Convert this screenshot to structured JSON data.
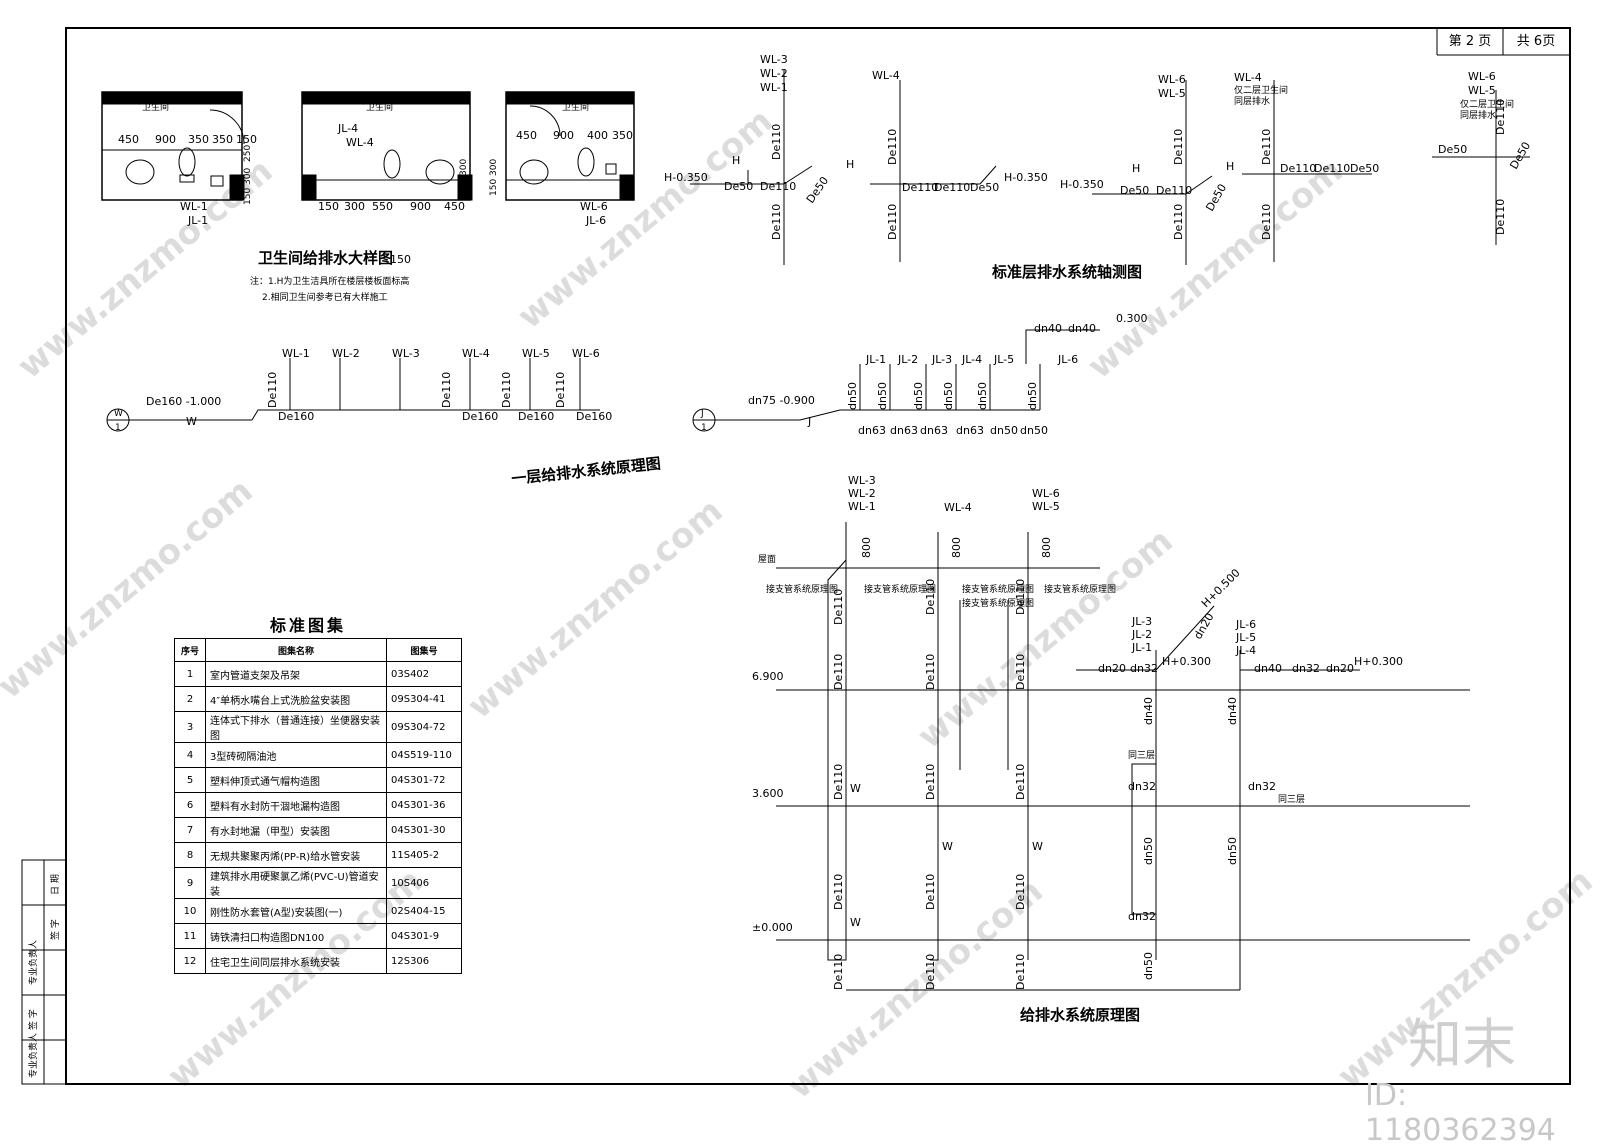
{
  "page": {
    "current": "第 2 页",
    "total": "共 6页"
  },
  "watermark": {
    "url": "www.znzmo.com",
    "logo": "知末",
    "id": "ID: 1180362394"
  },
  "bathroom_detail": {
    "title": "卫生间给排水大样图",
    "title_suffix": "150",
    "notes": [
      "注：1.H为卫生洁具所在楼层楼板面标高",
      "2.相同卫生间参考已有大样施工"
    ],
    "room_label": "卫生间",
    "room1": {
      "dims_top": [
        "450",
        "900",
        "350",
        "350",
        "150"
      ],
      "side": [
        "150",
        "300",
        "250"
      ],
      "pipes": [
        "WL-1",
        "JL-1"
      ]
    },
    "room2": {
      "dims_bottom": [
        "150",
        "300",
        "550",
        "900",
        "450"
      ],
      "side": [
        "150",
        "300"
      ],
      "pipes": [
        "JL-4",
        "WL-4"
      ]
    },
    "room3": {
      "dims_top": [
        "450",
        "900",
        "400",
        "350"
      ],
      "side": [
        "150",
        "300"
      ],
      "pipes": [
        "WL-6",
        "JL-6"
      ]
    }
  },
  "axonometric": {
    "title": "标准层排水系统轴测图",
    "group1": {
      "labels": [
        "WL-3",
        "WL-2",
        "WL-1"
      ],
      "H": "H",
      "level": "H-0.350",
      "pipes": [
        "De50",
        "De110",
        "De50",
        "De110",
        "De110"
      ]
    },
    "group2": {
      "labels": [
        "WL-4"
      ],
      "H": "H",
      "level": "H-0.350",
      "pipes": [
        "De110",
        "De110",
        "De110",
        "De50",
        "De110"
      ]
    },
    "group3": {
      "labels": [
        "WL-6",
        "WL-5"
      ],
      "H": "H",
      "level": "H-0.350",
      "pipes": [
        "De50",
        "De110",
        "De50",
        "De110",
        "De110"
      ]
    },
    "group4": {
      "labels": [
        "WL-4"
      ],
      "note": [
        "仅二层卫生间",
        "同层排水"
      ],
      "H": "H",
      "pipes": [
        "De110",
        "De110",
        "De110",
        "De50",
        "De110"
      ]
    },
    "group5": {
      "labels": [
        "WL-6",
        "WL-5"
      ],
      "note": [
        "仅二层卫生间",
        "同层排水"
      ],
      "pipes": [
        "De110",
        "De50",
        "De50",
        "De110"
      ]
    }
  },
  "first_floor": {
    "title": "一层给排水系统原理图",
    "drain": {
      "circle_top": "W",
      "circle_bottom": "1",
      "main": "De160 -1.000",
      "flow": "W",
      "risers": [
        "WL-1",
        "WL-2",
        "WL-3",
        "WL-4",
        "WL-5",
        "WL-6"
      ],
      "riser_pipe": "De110",
      "segments": [
        "De160",
        "De160",
        "De160",
        "De160"
      ]
    },
    "supply": {
      "circle_top": "J",
      "circle_bottom": "1",
      "main": "dn75 -0.900",
      "flow": "J",
      "risers": [
        "JL-1",
        "JL-2",
        "JL-3",
        "JL-4",
        "JL-5",
        "JL-6"
      ],
      "riser_pipe": "dn50",
      "segments": [
        "dn63",
        "dn63",
        "dn63",
        "dn63",
        "dn50",
        "dn50"
      ],
      "top": [
        "dn40",
        "dn40",
        "0.300"
      ]
    }
  },
  "legend": {
    "title": "标准图集",
    "headers": [
      "序号",
      "图集名称",
      "图集号"
    ],
    "rows": [
      [
        "1",
        "室内管道支架及吊架",
        "03S402"
      ],
      [
        "2",
        "4″单柄水嘴台上式洗脸盆安装图",
        "09S304-41"
      ],
      [
        "3",
        "连体式下排水（普通连接）坐便器安装图",
        "09S304-72"
      ],
      [
        "4",
        "3型砖砌隔油池",
        "04S519-110"
      ],
      [
        "5",
        "塑料伸顶式通气帽构造图",
        "04S301-72"
      ],
      [
        "6",
        "塑料有水封防干涸地漏构造图",
        "04S301-36"
      ],
      [
        "7",
        "有水封地漏（甲型）安装图",
        "04S301-30"
      ],
      [
        "8",
        "无规共聚聚丙烯(PP-R)给水管安装",
        "11S405-2"
      ],
      [
        "9",
        "建筑排水用硬聚氯乙烯(PVC-U)管道安装",
        "10S406"
      ],
      [
        "10",
        "刚性防水套管(A型)安装图(一)",
        "02S404-15"
      ],
      [
        "11",
        "铸铁清扫口构造图DN100",
        "04S301-9"
      ],
      [
        "12",
        "住宅卫生间同层排水系统安装",
        "12S306"
      ]
    ]
  },
  "system": {
    "title": "给排水系统原理图",
    "levels": [
      "屋面",
      "6.900",
      "3.600",
      "±0.000"
    ],
    "drain_groups": [
      {
        "labels": [
          "WL-3",
          "WL-2",
          "WL-1"
        ],
        "vent": "800"
      },
      {
        "labels": [
          "WL-4"
        ],
        "vent": "800"
      },
      {
        "labels": [
          "WL-6",
          "WL-5"
        ],
        "vent": "800"
      }
    ],
    "branch_note": "接支管系统原理图",
    "pipe": "De110",
    "flow": "W",
    "supply_left": {
      "labels": [
        "JL-3",
        "JL-2",
        "JL-1"
      ],
      "top": [
        "dn20",
        "H+0.500"
      ],
      "branch": [
        "dn20",
        "dn32",
        "H+0.300"
      ],
      "note": "同三层",
      "pipes": [
        "dn40",
        "dn32",
        "dn50",
        "dn32",
        "dn50"
      ]
    },
    "supply_right": {
      "labels": [
        "JL-6",
        "JL-5",
        "JL-4"
      ],
      "branch": [
        "dn40",
        "dn32",
        "dn20",
        "H+0.300"
      ],
      "note": "同三层",
      "pipes": [
        "dn40",
        "dn32",
        "dn50"
      ]
    }
  },
  "sidebar": {
    "cells": [
      "专业负责人",
      "签 字",
      "日 期"
    ]
  }
}
